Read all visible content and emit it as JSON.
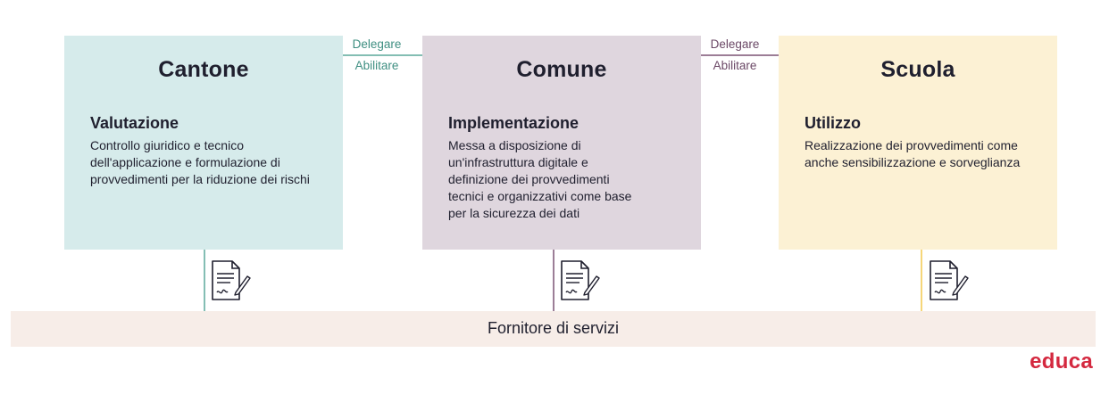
{
  "colors": {
    "teal": "#5aa89a",
    "purple": "#7b5274",
    "yellow": "#f2c94c",
    "logo": "#d4283f"
  },
  "boxes": [
    {
      "title": "Cantone",
      "subtitle": "Valutazione",
      "description": "Controllo giuridico e tecnico dell'applicazione e formulazione di provvedimenti per la riduzione dei rischi"
    },
    {
      "title": "Comune",
      "subtitle": "Implementazione",
      "description": "Messa a disposizione di un'infrastruttura digitale e definizione dei provvedimenti tecnici e organizzativi come base per la sicurezza dei dati"
    },
    {
      "title": "Scuola",
      "subtitle": "Utilizzo",
      "description": "Realizzazione dei provvedimenti come anche sensibilizzazione e sorveglianza"
    }
  ],
  "arrows": [
    {
      "top_label": "Delegare",
      "bottom_label": "Abilitare"
    },
    {
      "top_label": "Delegare",
      "bottom_label": "Abilitare"
    }
  ],
  "document_icons": [
    "document-signed-icon",
    "document-signed-icon",
    "document-signed-icon"
  ],
  "footer_band": {
    "label": "Fornitore di servizi"
  },
  "logo": {
    "text": "educa"
  }
}
